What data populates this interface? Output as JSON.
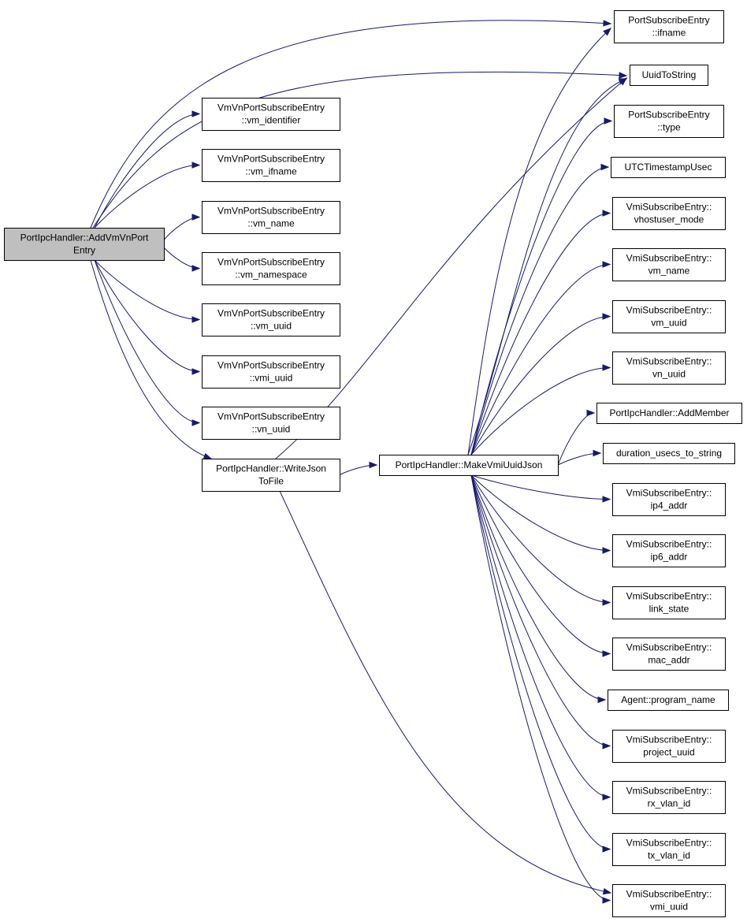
{
  "graph": {
    "nodes": [
      {
        "id": "root",
        "lines": [
          "PortIpcHandler::AddVmVnPort",
          "Entry"
        ],
        "root": true
      },
      {
        "id": "vm_identifier",
        "lines": [
          "VmVnPortSubscribeEntry",
          "::vm_identifier"
        ]
      },
      {
        "id": "vm_ifname",
        "lines": [
          "VmVnPortSubscribeEntry",
          "::vm_ifname"
        ]
      },
      {
        "id": "vm_name_vn",
        "lines": [
          "VmVnPortSubscribeEntry",
          "::vm_name"
        ]
      },
      {
        "id": "vm_namespace",
        "lines": [
          "VmVnPortSubscribeEntry",
          "::vm_namespace"
        ]
      },
      {
        "id": "vm_uuid_vn",
        "lines": [
          "VmVnPortSubscribeEntry",
          "::vm_uuid"
        ]
      },
      {
        "id": "vmi_uuid_vn",
        "lines": [
          "VmVnPortSubscribeEntry",
          "::vmi_uuid"
        ]
      },
      {
        "id": "vn_uuid_vn",
        "lines": [
          "VmVnPortSubscribeEntry",
          "::vn_uuid"
        ]
      },
      {
        "id": "writejson",
        "lines": [
          "PortIpcHandler::WriteJson",
          "ToFile"
        ]
      },
      {
        "id": "makevmi",
        "lines": [
          "PortIpcHandler::MakeVmiUuidJson"
        ]
      },
      {
        "id": "pse_ifname",
        "lines": [
          "PortSubscribeEntry",
          "::ifname"
        ]
      },
      {
        "id": "uuidtostring",
        "lines": [
          "UuidToString"
        ]
      },
      {
        "id": "pse_type",
        "lines": [
          "PortSubscribeEntry",
          "::type"
        ]
      },
      {
        "id": "utc",
        "lines": [
          "UTCTimestampUsec"
        ]
      },
      {
        "id": "vhost",
        "lines": [
          "VmiSubscribeEntry::",
          "vhostuser_mode"
        ]
      },
      {
        "id": "vmi_vm_name",
        "lines": [
          "VmiSubscribeEntry::",
          "vm_name"
        ]
      },
      {
        "id": "vmi_vm_uuid",
        "lines": [
          "VmiSubscribeEntry::",
          "vm_uuid"
        ]
      },
      {
        "id": "vmi_vn_uuid",
        "lines": [
          "VmiSubscribeEntry::",
          "vn_uuid"
        ]
      },
      {
        "id": "addmember",
        "lines": [
          "PortIpcHandler::AddMember"
        ]
      },
      {
        "id": "duration",
        "lines": [
          "duration_usecs_to_string"
        ]
      },
      {
        "id": "ip4",
        "lines": [
          "VmiSubscribeEntry::",
          "ip4_addr"
        ]
      },
      {
        "id": "ip6",
        "lines": [
          "VmiSubscribeEntry::",
          "ip6_addr"
        ]
      },
      {
        "id": "link",
        "lines": [
          "VmiSubscribeEntry::",
          "link_state"
        ]
      },
      {
        "id": "mac",
        "lines": [
          "VmiSubscribeEntry::",
          "mac_addr"
        ]
      },
      {
        "id": "progname",
        "lines": [
          "Agent::program_name"
        ]
      },
      {
        "id": "project",
        "lines": [
          "VmiSubscribeEntry::",
          "project_uuid"
        ]
      },
      {
        "id": "rx",
        "lines": [
          "VmiSubscribeEntry::",
          "rx_vlan_id"
        ]
      },
      {
        "id": "tx",
        "lines": [
          "VmiSubscribeEntry::",
          "tx_vlan_id"
        ]
      },
      {
        "id": "vmi_vmi_uuid",
        "lines": [
          "VmiSubscribeEntry::",
          "vmi_uuid"
        ]
      }
    ],
    "edges": [
      [
        "root",
        "pse_ifname"
      ],
      [
        "root",
        "uuidtostring"
      ],
      [
        "root",
        "vm_identifier"
      ],
      [
        "root",
        "vm_ifname"
      ],
      [
        "root",
        "vm_name_vn"
      ],
      [
        "root",
        "vm_namespace"
      ],
      [
        "root",
        "vm_uuid_vn"
      ],
      [
        "root",
        "vmi_uuid_vn"
      ],
      [
        "root",
        "vn_uuid_vn"
      ],
      [
        "root",
        "writejson"
      ],
      [
        "writejson",
        "makevmi"
      ],
      [
        "writejson",
        "uuidtostring"
      ],
      [
        "writejson",
        "vmi_vmi_uuid"
      ],
      [
        "makevmi",
        "pse_ifname"
      ],
      [
        "makevmi",
        "uuidtostring"
      ],
      [
        "makevmi",
        "pse_type"
      ],
      [
        "makevmi",
        "utc"
      ],
      [
        "makevmi",
        "vhost"
      ],
      [
        "makevmi",
        "vmi_vm_name"
      ],
      [
        "makevmi",
        "vmi_vm_uuid"
      ],
      [
        "makevmi",
        "vmi_vn_uuid"
      ],
      [
        "makevmi",
        "addmember"
      ],
      [
        "makevmi",
        "duration"
      ],
      [
        "makevmi",
        "ip4"
      ],
      [
        "makevmi",
        "ip6"
      ],
      [
        "makevmi",
        "link"
      ],
      [
        "makevmi",
        "mac"
      ],
      [
        "makevmi",
        "progname"
      ],
      [
        "makevmi",
        "project"
      ],
      [
        "makevmi",
        "rx"
      ],
      [
        "makevmi",
        "tx"
      ],
      [
        "makevmi",
        "vmi_vmi_uuid"
      ]
    ],
    "colors": {
      "edge": "#191970",
      "root_fill": "#bfbfbf",
      "node_fill": "#ffffff",
      "border": "#000000"
    }
  }
}
